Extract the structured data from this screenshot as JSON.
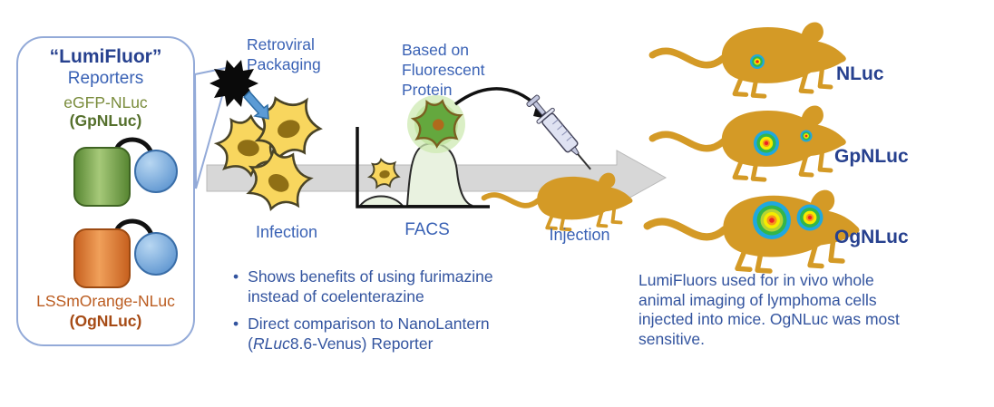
{
  "figure": {
    "bubble": {
      "title": "“LumiFluor”",
      "subtitle": "Reporters",
      "reporters": [
        {
          "name": "eGFP-NLuc",
          "alias": "(GpNLuc)",
          "color": "#6a9e42"
        },
        {
          "name": "LSSmOrange-NLuc",
          "alias": "(OgNLuc)",
          "color": "#e0762c"
        }
      ]
    },
    "workflow": {
      "packaging_label": "Retroviral\nPackaging",
      "infection_label": "Infection",
      "facs_annotation": "Based on\nFluorescent\nProtein",
      "facs_label": "FACS",
      "injection_label": "Injection"
    },
    "mice": [
      {
        "label": "NLuc",
        "spots": [
          "small"
        ]
      },
      {
        "label": "GpNLuc",
        "spots": [
          "medium",
          "tiny"
        ]
      },
      {
        "label": "OgNLuc",
        "spots": [
          "large",
          "medium"
        ]
      }
    ],
    "bullets": [
      {
        "pre": "Shows benefits of using furimazine\ninstead of coelenterazine",
        "italic": "",
        "post": ""
      },
      {
        "pre": "Direct comparison to NanoLantern\n(",
        "italic": "RLuc",
        "post": "8.6-Venus) Reporter"
      }
    ],
    "caption": "LumiFluors used for in vivo whole\nanimal imaging of lymphoma cells\ninjected into mice. OgNLuc was most\nsensitive."
  },
  "colors": {
    "heading_navy": "#27418f",
    "label_blue": "#3a62b5",
    "text_blue": "#33549f",
    "mouse_gold": "#d49a26",
    "band_gray": "#d7d7d7",
    "cell_yellow": "#f8d65e",
    "sphere_blue": "#6fa4dc"
  }
}
